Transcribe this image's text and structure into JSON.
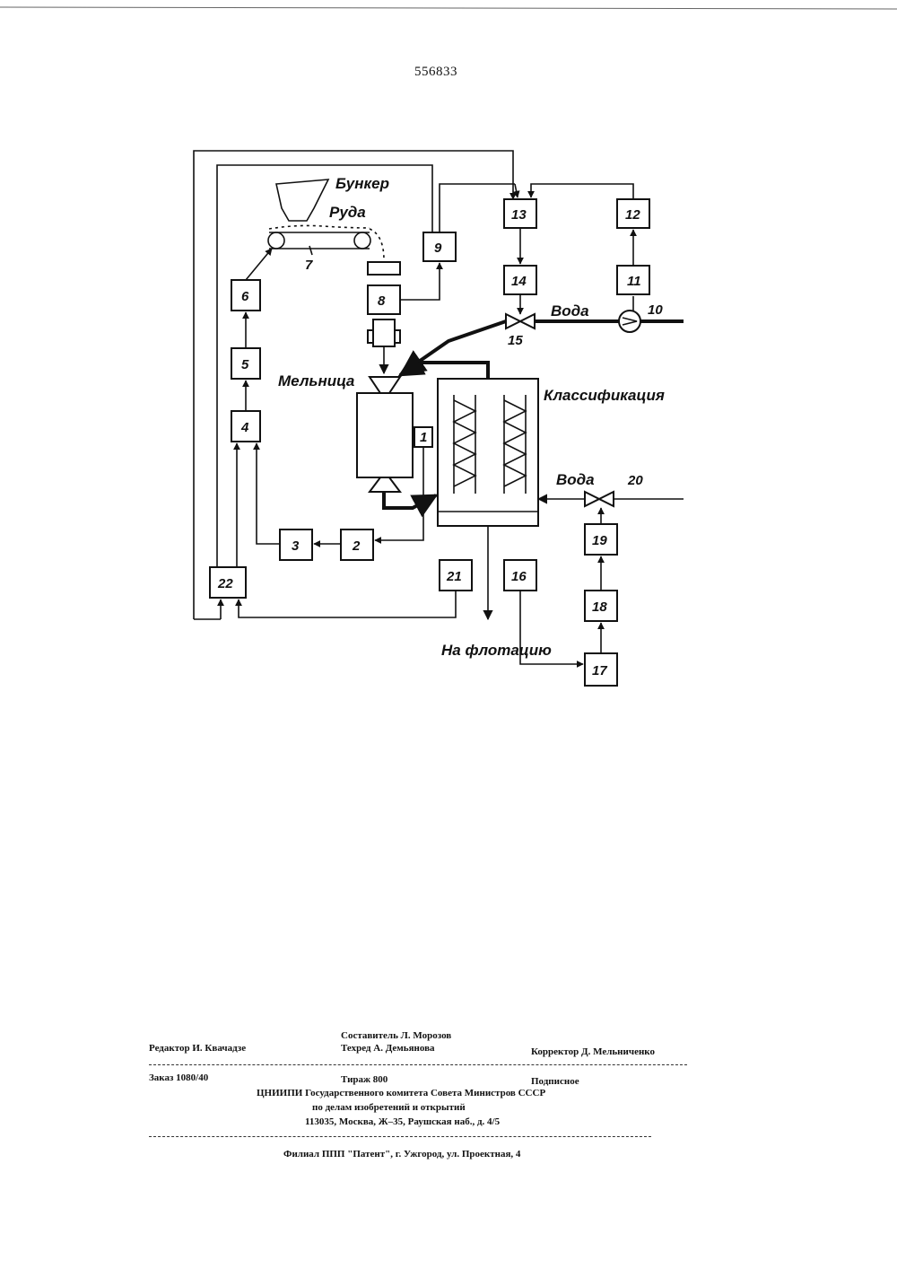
{
  "header": {
    "patent_number": "556833"
  },
  "diagram": {
    "labels": {
      "bunker": "Бункер",
      "ore": "Руда",
      "mill": "Мельница",
      "classification": "Классификация",
      "water_top": "Вода",
      "water_right": "Вода",
      "to_flotation": "На флотацию"
    },
    "blocks": {
      "b1": "1",
      "b2": "2",
      "b3": "3",
      "b4": "4",
      "b5": "5",
      "b6": "6",
      "b8": "8",
      "b9": "9",
      "b11": "11",
      "b12": "12",
      "b13": "13",
      "b14": "14",
      "b16": "16",
      "b17": "17",
      "b18": "18",
      "b19": "19",
      "b21": "21",
      "b22": "22"
    },
    "numbers": {
      "n7": "7",
      "n10": "10",
      "n15": "15",
      "n20": "20"
    }
  },
  "footer": {
    "editor": "Редактор И. Квачадзе",
    "compiler": "Составитель Л. Морозов",
    "tech_editor": "Техред А. Демьянова",
    "corrector": "Корректор Д. Мельниченко",
    "order": "Заказ 1080/40",
    "circulation": "Тираж 800",
    "subscription": "Подписное",
    "institute": "ЦНИИПИ Государственного комитета Совета Министров СССР",
    "institute_sub": "по делам изобретений и открытий",
    "address": "113035, Москва, Ж–35, Раушская наб., д. 4/5",
    "branch": "Филиал ППП \"Патент\", г. Ужгород, ул. Проектная, 4"
  }
}
